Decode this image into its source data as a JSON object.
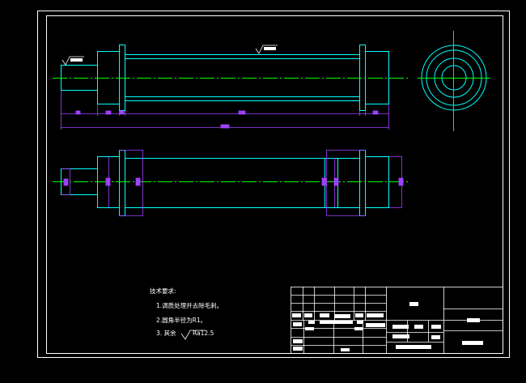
{
  "colors": {
    "background": "#000000",
    "frame": "#ffffff",
    "outline": "#00ffff",
    "centerline": "#00ff00",
    "dimension": "#a040ff",
    "masked_text": "#ffffff"
  },
  "technical_requirements": {
    "heading": "技术要求:",
    "item_1": "1.调质处理并去除毛刺。",
    "item_2": "2.圆角半径为R1。",
    "item_3_prefix": "3.  其余",
    "item_3_value": "Ra12.5"
  }
}
